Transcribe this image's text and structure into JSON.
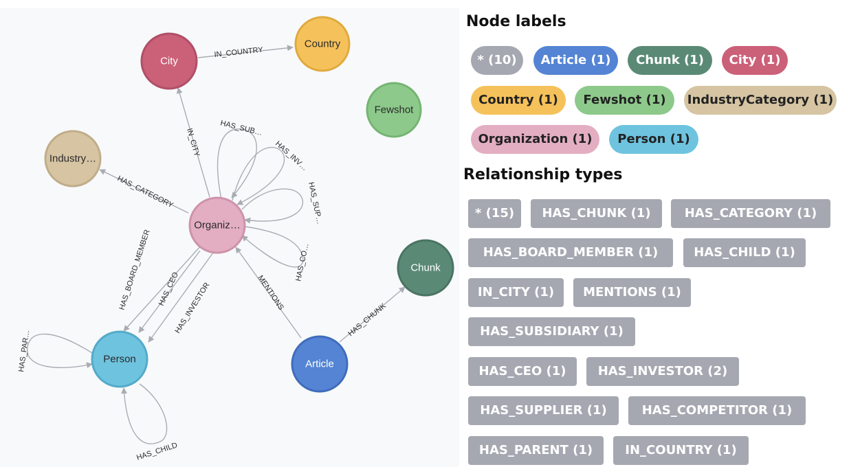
{
  "colors": {
    "city": "#cb6079",
    "country": "#f5c15a",
    "fewshot": "#8dc98b",
    "industry": "#d6c4a2",
    "organization": "#e3aec2",
    "chunk": "#5a8a76",
    "person": "#6ec3df",
    "article": "#5484d3",
    "all": "#a5a8b1",
    "edge": "#a9acb3"
  },
  "graph": {
    "nodes": {
      "city": "City",
      "country": "Country",
      "fewshot": "Fewshot",
      "industry": "Industry…",
      "organization": "Organiz…",
      "chunk": "Chunk",
      "person": "Person",
      "article": "Article"
    },
    "edges": {
      "in_country": "IN_COUNTRY",
      "in_city": "IN_CITY",
      "has_category": "HAS_CATEGORY",
      "has_sub": "HAS_SUB…",
      "has_inv": "HAS_INV…",
      "has_sup": "HAS_SUP…",
      "has_co": "HAS_CO…",
      "has_board_member": "HAS_BOARD_MEMBER",
      "has_ceo": "HAS_CEO",
      "has_investor": "HAS_INVESTOR",
      "mentions": "MENTIONS",
      "has_chunk": "HAS_CHUNK",
      "has_par": "HAS_PAR…",
      "has_child": "HAS_CHILD"
    }
  },
  "legend": {
    "node_labels_title": "Node labels",
    "relationship_types_title": "Relationship types",
    "node_labels": [
      {
        "label": "* (10)",
        "color": "#a5a8b1",
        "text_color": "#ffffff"
      },
      {
        "label": "Article (1)",
        "color": "#5484d3",
        "text_color": "#ffffff"
      },
      {
        "label": "Chunk (1)",
        "color": "#5a8a76",
        "text_color": "#ffffff"
      },
      {
        "label": "City (1)",
        "color": "#cb6079",
        "text_color": "#ffffff"
      },
      {
        "label": "Country (1)",
        "color": "#f5c15a",
        "text_color": "#222222"
      },
      {
        "label": "Fewshot (1)",
        "color": "#8dc98b",
        "text_color": "#222222"
      },
      {
        "label": "IndustryCategory (1)",
        "color": "#d6c4a2",
        "text_color": "#222222"
      },
      {
        "label": "Organization (1)",
        "color": "#e3aec2",
        "text_color": "#222222"
      },
      {
        "label": "Person (1)",
        "color": "#6ec3df",
        "text_color": "#222222"
      }
    ],
    "relationship_types": [
      "* (15)",
      "HAS_CHUNK (1)",
      "HAS_CATEGORY (1)",
      "HAS_BOARD_MEMBER (1)",
      "HAS_CHILD (1)",
      "IN_CITY (1)",
      "MENTIONS (1)",
      "HAS_SUBSIDIARY (1)",
      "HAS_CEO (1)",
      "HAS_INVESTOR (2)",
      "HAS_SUPPLIER (1)",
      "HAS_COMPETITOR (1)",
      "HAS_PARENT (1)",
      "IN_COUNTRY (1)"
    ]
  }
}
